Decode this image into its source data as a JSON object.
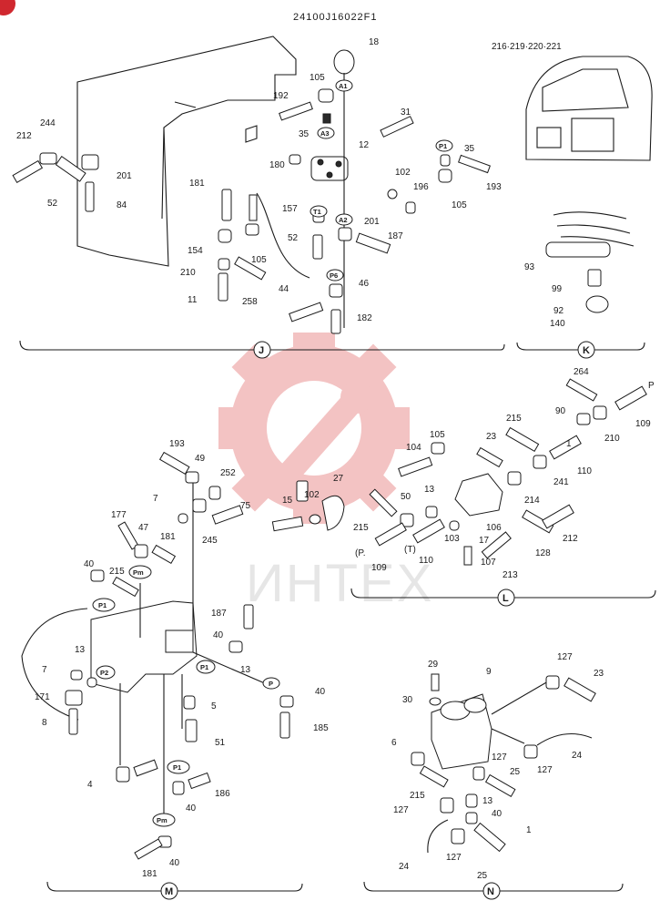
{
  "diagram": {
    "code": "24100J16022F1",
    "watermark_text": "ИНТЕХ",
    "sections": {
      "J": "J",
      "K": "K",
      "L": "L",
      "M": "M",
      "N": "N"
    },
    "ports": {
      "A1": "A1",
      "A3": "A3",
      "T1": "T1",
      "A2": "A2",
      "P6": "P6",
      "P1": "P1",
      "Pm": "Pm",
      "P2": "P2",
      "P1b": "P1",
      "P": "P",
      "Pmb": "Pm",
      "P1c": "P1"
    },
    "cab_ref": "216·219·220·221",
    "labels_J": {
      "l18": "18",
      "l105a": "105",
      "l192": "192",
      "l35a": "35",
      "l31": "31",
      "l12": "12",
      "l180": "180",
      "l102": "102",
      "l196": "196",
      "l35b": "35",
      "l193": "193",
      "l105b": "105",
      "l181": "181",
      "l157": "157",
      "l201a": "201",
      "l187": "187",
      "l52a": "52",
      "l154": "154",
      "l105c": "105",
      "l210": "210",
      "l11": "11",
      "l258": "258",
      "l44": "44",
      "l46": "46",
      "l182": "182",
      "l244": "244",
      "l212": "212",
      "l201b": "201",
      "l52b": "52",
      "l84": "84"
    },
    "labels_K": {
      "l93": "93",
      "l99": "99",
      "l92": "92",
      "l140": "140"
    },
    "labels_L": {
      "l264": "264",
      "lP": "P",
      "l90": "90",
      "l109a": "109",
      "l210": "210",
      "l105": "105",
      "l215a": "215",
      "l23": "23",
      "l104": "104",
      "l1": "1",
      "l110a": "110",
      "l241": "241",
      "l27": "27",
      "l15": "15",
      "l102": "102",
      "l13": "13",
      "l50": "50",
      "l214": "214",
      "l106": "106",
      "l215b": "215",
      "l103": "103",
      "l17": "17",
      "l128": "128",
      "l212": "212",
      "lPp": "(P.",
      "lT": "(T)",
      "l110b": "110",
      "l107": "107",
      "l109b": "109",
      "l213": "213"
    },
    "labels_M": {
      "l193": "193",
      "l49": "49",
      "l252": "252",
      "l7a": "7",
      "l75": "75",
      "l245": "245",
      "l177": "177",
      "l47": "47",
      "l181a": "181",
      "l40a": "40",
      "l215": "215",
      "l187": "187",
      "l40b": "40",
      "l13a": "13",
      "l13b": "13",
      "l7b": "7",
      "l171": "171",
      "l8": "8",
      "l40c": "40",
      "l5": "5",
      "l185": "185",
      "l51": "51",
      "l4": "4",
      "l186": "186",
      "l40d": "40",
      "l40e": "40",
      "l181b": "181"
    },
    "labels_N": {
      "l29": "29",
      "l9": "9",
      "l127a": "127",
      "l23": "23",
      "l30": "30",
      "l6": "6",
      "l127b": "127",
      "l24a": "24",
      "l25a": "25",
      "l127c": "127",
      "l215": "215",
      "l13": "13",
      "l127d": "127",
      "l40": "40",
      "l1": "1",
      "l24b": "24",
      "l127e": "127",
      "l25b": "25"
    },
    "colors": {
      "ink": "#1a1a1a",
      "watermark_red": "#f2b9b9",
      "watermark_grey": "#e6e6e6",
      "badge_red": "#d0282f"
    }
  }
}
